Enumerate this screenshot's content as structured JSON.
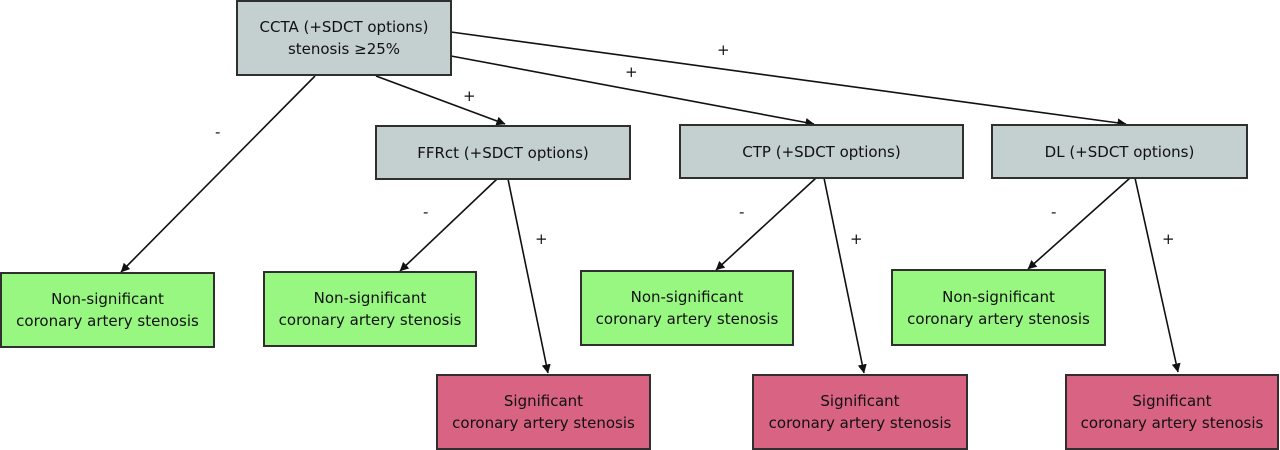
{
  "colors": {
    "decision": "#c4cfd0",
    "negative": "#97f781",
    "positive": "#d86383",
    "line": "#111111"
  },
  "root": {
    "line1": "CCTA (+SDCT options)",
    "line2": "stenosis ≥25%"
  },
  "tests": {
    "ffrct": "FFRct (+SDCT options)",
    "ctp": "CTP (+SDCT options)",
    "dl": "DL (+SDCT options)"
  },
  "outcomes": {
    "nonsig_line1": "Non-significant",
    "nonsig_line2": "coronary artery stenosis",
    "sig_line1": "Significant",
    "sig_line2": "coronary artery stenosis"
  },
  "signs": {
    "plus": "+",
    "minus": "-"
  }
}
